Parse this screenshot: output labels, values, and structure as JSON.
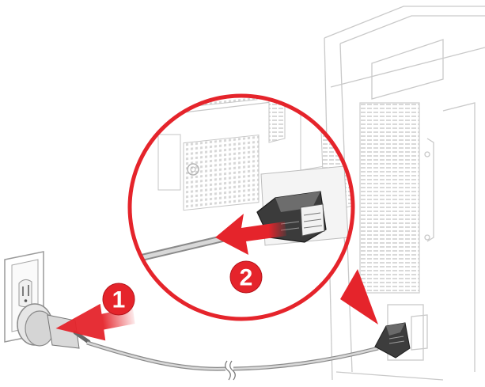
{
  "diagram": {
    "steps": [
      {
        "number": "1",
        "action": "unplug-power-cord-from-wall-outlet"
      },
      {
        "number": "2",
        "action": "unplug-power-cord-from-printer"
      }
    ],
    "colors": {
      "accent": "#e5242b",
      "accent_dark": "#b5141b",
      "line": "#bdbdbd",
      "printer_outline": "#c9c9c9",
      "cord": "#8a8a8a",
      "plug": "#4a4a4a"
    },
    "icons": [
      "wall-outlet-icon",
      "power-cord-icon",
      "arrow-icon",
      "magnifier-circle-icon",
      "printer-icon"
    ]
  }
}
